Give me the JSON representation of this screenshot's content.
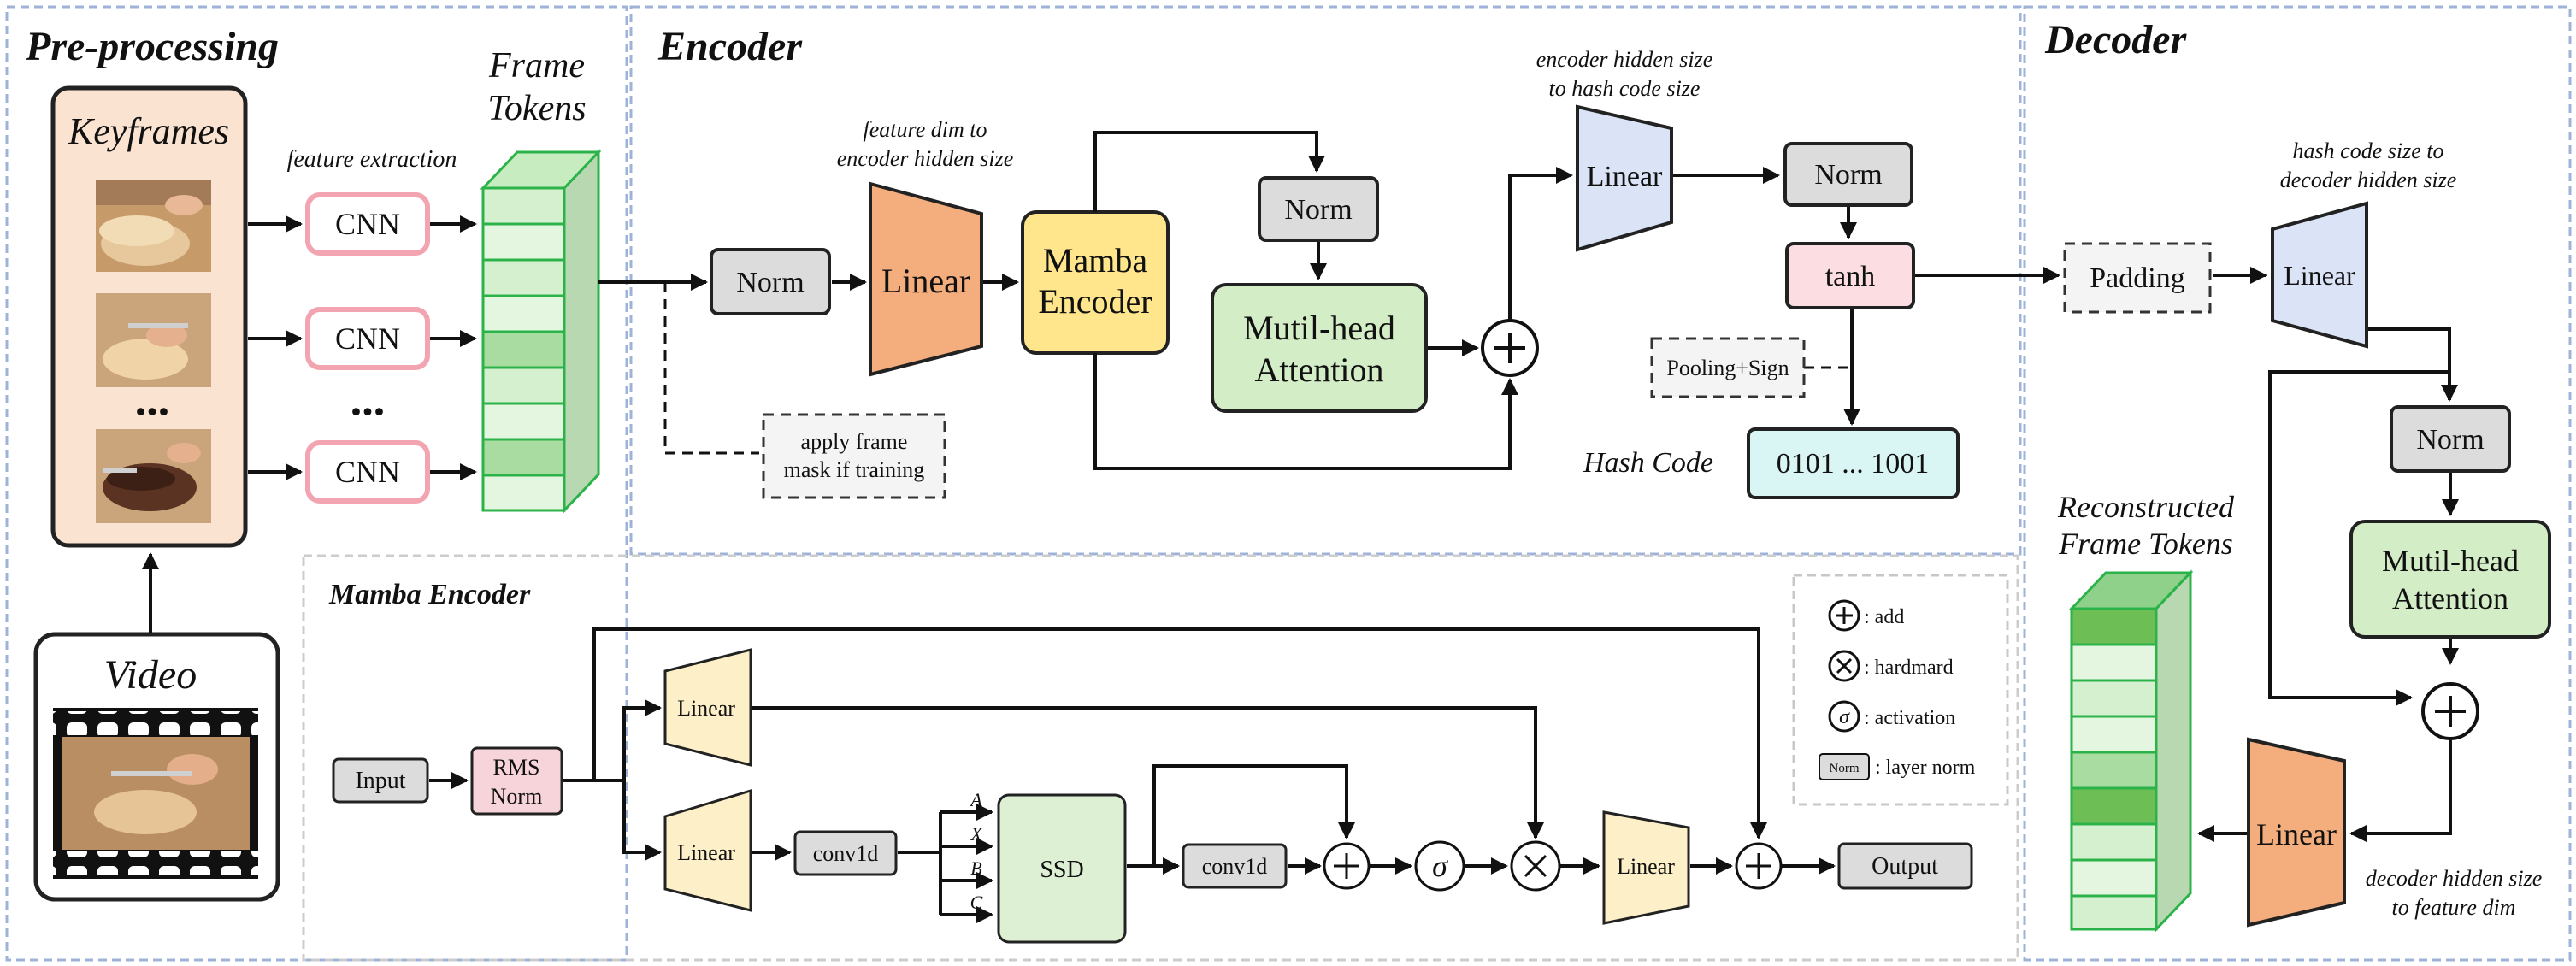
{
  "sections": {
    "preprocessing": "Pre-processing",
    "encoder": "Encoder",
    "decoder": "Decoder",
    "mamba_encoder": "Mamba Encoder"
  },
  "preprocessing": {
    "keyframes": "Keyframes",
    "feature_extraction": "feature extraction",
    "cnn": "CNN",
    "ellipsis": "...",
    "frame_tokens_1": "Frame",
    "frame_tokens_2": "Tokens",
    "video": "Video"
  },
  "encoder": {
    "norm": "Norm",
    "feature_dim_1": "feature dim to",
    "feature_dim_2": "encoder hidden size",
    "linear": "Linear",
    "mamba_1": "Mamba",
    "mamba_2": "Encoder",
    "norm2": "Norm",
    "attn_1": "Mutil-head",
    "attn_2": "Attention",
    "mask_1": "apply frame",
    "mask_2": "mask if training",
    "hash_note_1": "encoder hidden size",
    "hash_note_2": "to hash code size",
    "linear2": "Linear",
    "norm3": "Norm",
    "tanh": "tanh",
    "pooling": "Pooling+Sign",
    "hash_code_label": "Hash Code",
    "hash_code_value": "0101 ... 1001"
  },
  "decoder": {
    "padding": "Padding",
    "hash_note_1": "hash code size to",
    "hash_note_2": "decoder hidden size",
    "linear": "Linear",
    "norm": "Norm",
    "attn_1": "Mutil-head",
    "attn_2": "Attention",
    "recon_1": "Reconstructed",
    "recon_2": "Frame Tokens",
    "linear2": "Linear",
    "out_note_1": "decoder hidden size",
    "out_note_2": "to feature dim"
  },
  "mamba": {
    "input": "Input",
    "rms_1": "RMS",
    "rms_2": "Norm",
    "linear_top": "Linear",
    "linear_bot": "Linear",
    "conv1": "conv1d",
    "a": "A",
    "x": "X",
    "b": "B",
    "c": "C",
    "ssd": "SSD",
    "conv2": "conv1d",
    "sigma": "σ",
    "linear_out": "Linear",
    "output": "Output"
  },
  "legend": {
    "add": ": add",
    "hadamard": ": hardmard",
    "activation": ": activation",
    "norm_mini": "Norm",
    "layer_norm": ": layer norm"
  },
  "colors": {
    "keyframes_bg": "#fbe3d2",
    "cnn_border": "#f2a5b0",
    "token_green": "#8fd18a",
    "norm_gray": "#dcdcdc",
    "linear_orange": "#f4ad7c",
    "mamba_yellow": "#ffe58c",
    "attn_green": "#d3edc6",
    "linear_blue": "#dbe4f7",
    "tanh_pink": "#fbdde2",
    "hash_cyan": "#d9f6f4",
    "rms_pink": "#f6d4da",
    "linear_cream": "#fdf0c8",
    "ssd_green": "#ddf0d4",
    "section_border": "#9fb3d9"
  }
}
